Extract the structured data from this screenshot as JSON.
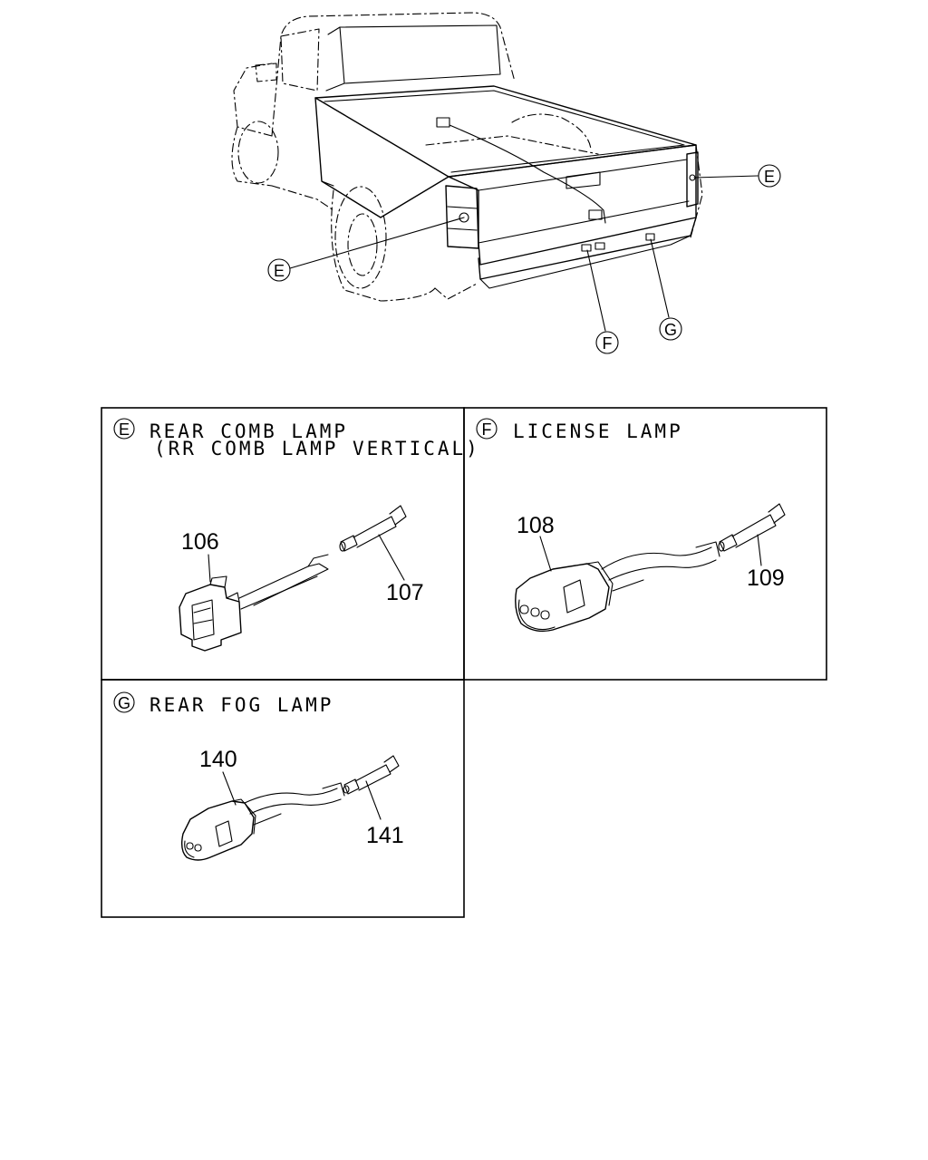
{
  "callouts": {
    "e_right": "E",
    "e_left": "E",
    "f": "F",
    "g": "G"
  },
  "panels": {
    "e": {
      "letter": "E",
      "title": "REAR COMB LAMP",
      "subtitle": "(RR COMB LAMP VERTICAL)",
      "parts": [
        "106",
        "107"
      ]
    },
    "f": {
      "letter": "F",
      "title": "LICENSE LAMP",
      "parts": [
        "108",
        "109"
      ]
    },
    "g": {
      "letter": "G",
      "title": "REAR FOG LAMP",
      "parts": [
        "140",
        "141"
      ]
    }
  }
}
